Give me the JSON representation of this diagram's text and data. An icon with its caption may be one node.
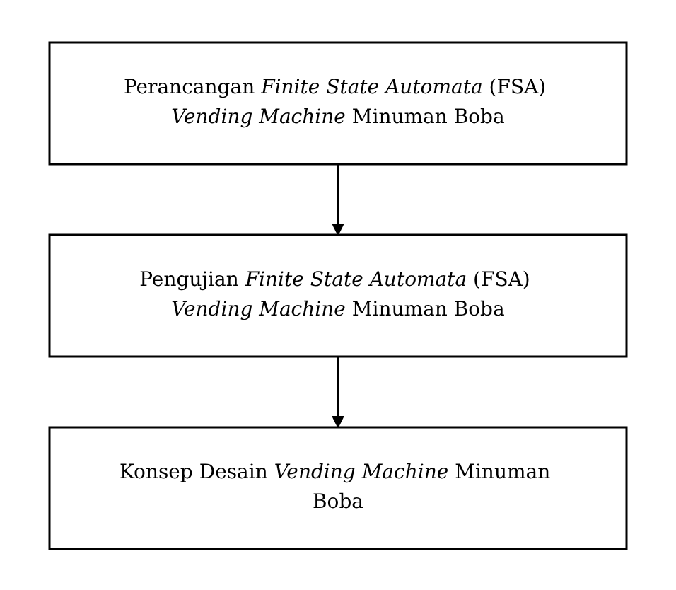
{
  "diagram": {
    "nodes": [
      {
        "text": [
          "Perancangan *Finite State Automata* (FSA) *Vending Machine* Minuman Boba"
        ]
      },
      {
        "text": [
          "Pengujian *Finite State Automata* (FSA) *Vending Machine* Minuman Boba"
        ]
      },
      {
        "text": [
          "Konsep Desain *Vending Machine* Minuman Boba"
        ]
      }
    ],
    "edges": [
      {
        "from": 0,
        "to": 1,
        "arrow": "to"
      },
      {
        "from": 1,
        "to": 2,
        "arrow": "to"
      }
    ]
  }
}
